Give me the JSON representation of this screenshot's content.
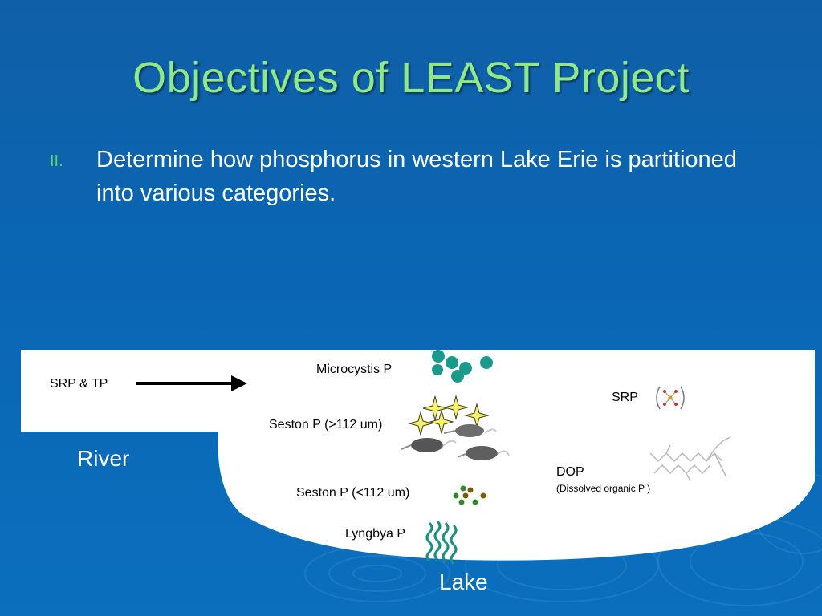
{
  "slide": {
    "title": "Objectives of LEAST Project",
    "bullet": {
      "number": "II.",
      "text": "Determine how phosphorus in western Lake Erie is partitioned into various categories."
    }
  },
  "diagram": {
    "river_input_label": "SRP & TP",
    "river_label": "River",
    "lake_label": "Lake",
    "microcystis_label": "Microcystis P",
    "seston_large_label": "Seston P (>112 um)",
    "seston_small_label": "Seston P (<112 um)",
    "lyngbya_label": "Lyngbya P",
    "srp_label": "SRP",
    "dop_label": "DOP",
    "dop_sublabel": "(Dissolved organic P )"
  },
  "colors": {
    "background": "#0b66b3",
    "title": "#8fe88a",
    "bullet_number": "#5fd65a",
    "microcystis": "#1a9a8a",
    "lyngbya": "#1a8f86",
    "star": "#f6f36a"
  }
}
